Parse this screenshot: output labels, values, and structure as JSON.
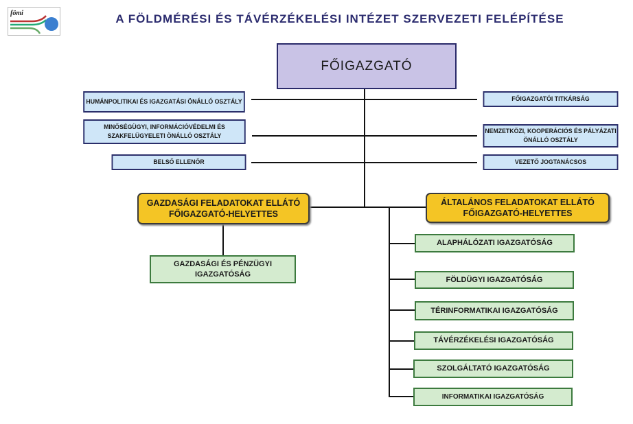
{
  "title": "A FÖLDMÉRÉSI ÉS TÁVÉRZÉKELÉSI INTÉZET SZERVEZETI FELÉPÍTÉSE",
  "logo_text": "fömi",
  "director": "FŐIGAZGATÓ",
  "staff_left": [
    "HUMÁNPOLITIKAI ÉS IGAZGATÁSI ÖNÁLLÓ OSZTÁLY",
    "MINŐSÉGÜGYI, INFORMÁCIÓVÉDELMI ÉS SZAKFELÜGYELETI ÖNÁLLÓ OSZTÁLY",
    "BELSŐ ELLENŐR"
  ],
  "staff_right": [
    "FŐIGAZGATÓI TITKÁRSÁG",
    "NEMZETKÖZI, KOOPERÁCIÓS ÉS PÁLYÁZATI ÖNÁLLÓ OSZTÁLY",
    "VEZETŐ JOGTANÁCSOS"
  ],
  "deputy_left": "GAZDASÁGI FELADATOKAT ELLÁTÓ FŐIGAZGATÓ-HELYETTES",
  "deputy_right": "ÁLTALÁNOS FELADATOKAT ELLÁTÓ FŐIGAZGATÓ-HELYETTES",
  "left_units": [
    "GAZDASÁGI ÉS PÉNZÜGYI IGAZGATÓSÁG"
  ],
  "right_units": [
    "ALAPHÁLÓZATI IGAZGATÓSÁG",
    "FÖLDÜGYI IGAZGATÓSÁG",
    "TÉRINFORMATIKAI IGAZGATÓSÁG",
    "TÁVÉRZÉKELÉSI IGAZGATÓSÁG",
    "SZOLGÁLTATÓ IGAZGATÓSÁG",
    "INFORMATIKAI IGAZGATÓSÁG"
  ]
}
